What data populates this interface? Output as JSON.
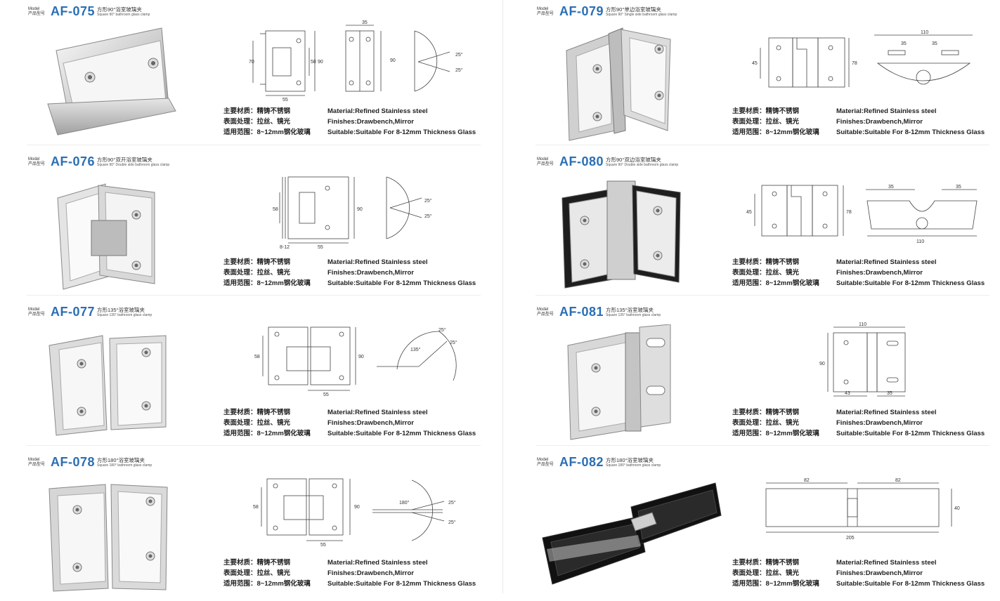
{
  "products": [
    {
      "model_label": "Model",
      "model_label_cn": "产品型号",
      "code": "AF-075",
      "name_cn": "方形90°浴室玻璃夹",
      "name_en": "Square 90° bathroom glass clamp",
      "dims": [
        "35",
        "70",
        "58",
        "90",
        "90",
        "55",
        "25°",
        "25°"
      ]
    },
    {
      "model_label": "Model",
      "model_label_cn": "产品型号",
      "code": "AF-076",
      "name_cn": "方形90°双开浴室玻璃夹",
      "name_en": "Square 90° Double side bathroom glass clamp",
      "dims": [
        "58",
        "90",
        "8-12",
        "55",
        "25°",
        "25°"
      ]
    },
    {
      "model_label": "Model",
      "model_label_cn": "产品型号",
      "code": "AF-077",
      "name_cn": "方形135°浴室玻璃夹",
      "name_en": "Square 135° bathroom glass clamp",
      "dims": [
        "58",
        "90",
        "55",
        "135°",
        "25°",
        "25°"
      ]
    },
    {
      "model_label": "Model",
      "model_label_cn": "产品型号",
      "code": "AF-078",
      "name_cn": "方形180°浴室玻璃夹",
      "name_en": "Square 180° bathroom glass clamp",
      "dims": [
        "58",
        "90",
        "55",
        "180°",
        "25°",
        "25°"
      ]
    },
    {
      "model_label": "Model",
      "model_label_cn": "产品型号",
      "code": "AF-079",
      "name_cn": "方形90°单边浴室玻璃夹",
      "name_en": "Square 90° Single side bathroom glass clamp",
      "dims": [
        "45",
        "78",
        "110",
        "35",
        "35"
      ]
    },
    {
      "model_label": "Model",
      "model_label_cn": "产品型号",
      "code": "AF-080",
      "name_cn": "方形90°双边浴室玻璃夹",
      "name_en": "Square 90° Double side bathroom glass clamp",
      "dims": [
        "45",
        "78",
        "35",
        "35",
        "110"
      ]
    },
    {
      "model_label": "Model",
      "model_label_cn": "产品型号",
      "code": "AF-081",
      "name_cn": "方形135°浴室玻璃夹",
      "name_en": "Square 135° bathroom glass clamp",
      "dims": [
        "110",
        "90",
        "43",
        "35"
      ]
    },
    {
      "model_label": "Model",
      "model_label_cn": "产品型号",
      "code": "AF-082",
      "name_cn": "方形180°浴室玻璃夹",
      "name_en": "Square 180° bathroom glass clamp",
      "dims": [
        "82",
        "82",
        "40",
        "205"
      ]
    }
  ],
  "specs": {
    "material_cn": "主要材质：精铸不锈钢",
    "finish_cn": "表面处理：拉丝、镜光",
    "range_cn": "适用范围：8~12mm钢化玻璃",
    "material_en": "Material:Refined Stainless steel",
    "finish_en": "Finishes:Drawbench,Mirror",
    "range_en": "Suitable:Suitable For 8-12mm Thickness Glass"
  },
  "colors": {
    "accent": "#2a6fb3",
    "line": "#444444",
    "steel_light": "#f2f2f2",
    "steel_dark": "#8a8a8a",
    "black_finish": "#151515"
  }
}
